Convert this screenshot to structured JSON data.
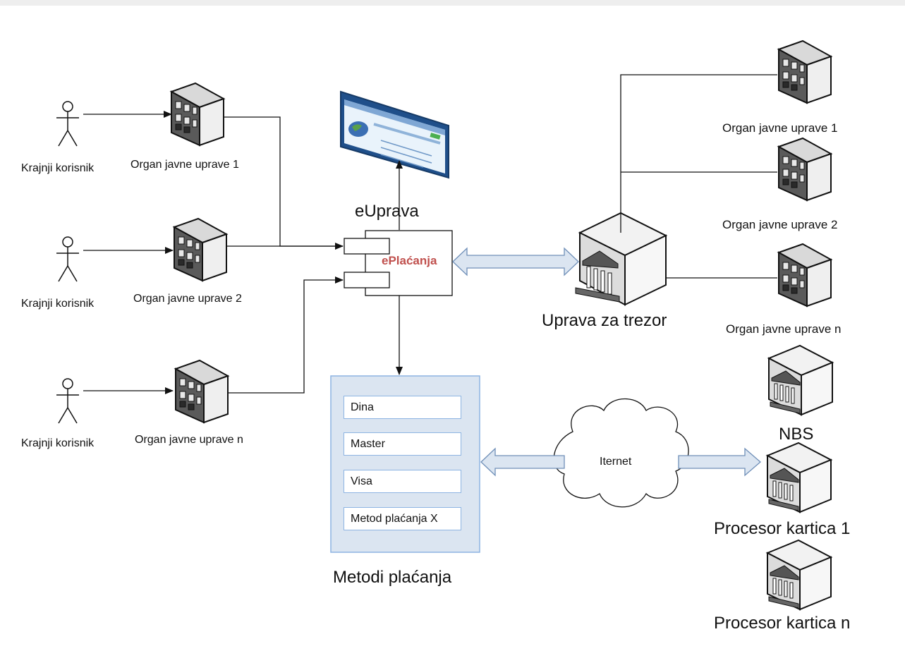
{
  "users": [
    {
      "label": "Krajnji korisnik"
    },
    {
      "label": "Krajnji korisnik"
    },
    {
      "label": "Krajnji korisnik"
    }
  ],
  "left_organs": [
    {
      "label": "Organ javne uprave 1"
    },
    {
      "label": "Organ javne uprave 2"
    },
    {
      "label": "Organ javne uprave n"
    }
  ],
  "center": {
    "portal_label": "eUprava",
    "component_label": "ePlaćanja"
  },
  "methods": {
    "title": "Metodi plaćanja",
    "items": [
      "Dina",
      "Master",
      "Visa",
      "Metod plaćanja X"
    ]
  },
  "network": {
    "cloud_label": "Iternet"
  },
  "treasury": {
    "label": "Uprava za trezor"
  },
  "right_organs": [
    {
      "label": "Organ javne uprave 1"
    },
    {
      "label": "Organ javne uprave 2"
    },
    {
      "label": "Organ javne uprave n"
    }
  ],
  "banks": [
    {
      "label": "NBS"
    },
    {
      "label": "Procesor kartica 1"
    },
    {
      "label": "Procesor kartica n"
    }
  ],
  "icons": {
    "user": "stick-figure-icon",
    "office": "office-building-icon",
    "bank": "bank-server-icon",
    "browser": "browser-window-icon",
    "cloud": "internet-cloud-icon"
  },
  "colors": {
    "accent": "#c0504d",
    "panel": "#dbe5f1",
    "panel_border": "#8db4e2",
    "arrow_fill": "#dbe5f1"
  }
}
